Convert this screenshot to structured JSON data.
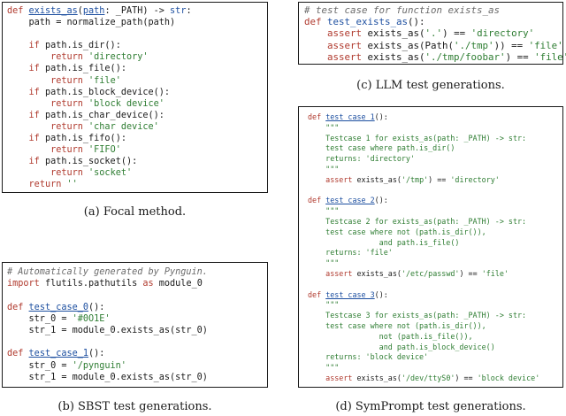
{
  "panels": {
    "focal": {
      "caption": "(a) Focal method.",
      "lines": [
        [
          [
            "def",
            "t-def"
          ],
          [
            " ",
            "t-plain"
          ],
          [
            "exists_as",
            "t-fn"
          ],
          [
            "(",
            "t-plain"
          ],
          [
            "path",
            "t-fn"
          ],
          [
            ": _PATH) -> ",
            "t-plain"
          ],
          [
            "str",
            "t-builtin"
          ],
          [
            ":",
            "t-plain"
          ]
        ],
        [
          [
            "    path = normalize_path(path)",
            "t-plain"
          ]
        ],
        [
          [
            "",
            "t-plain"
          ]
        ],
        [
          [
            "    ",
            "t-plain"
          ],
          [
            "if",
            "t-def"
          ],
          [
            " path.is_dir():",
            "t-plain"
          ]
        ],
        [
          [
            "        ",
            "t-plain"
          ],
          [
            "return",
            "t-def"
          ],
          [
            " ",
            "t-plain"
          ],
          [
            "'directory'",
            "t-str"
          ]
        ],
        [
          [
            "    ",
            "t-plain"
          ],
          [
            "if",
            "t-def"
          ],
          [
            " path.is_file():",
            "t-plain"
          ]
        ],
        [
          [
            "        ",
            "t-plain"
          ],
          [
            "return",
            "t-def"
          ],
          [
            " ",
            "t-plain"
          ],
          [
            "'file'",
            "t-str"
          ]
        ],
        [
          [
            "    ",
            "t-plain"
          ],
          [
            "if",
            "t-def"
          ],
          [
            " path.is_block_device():",
            "t-plain"
          ]
        ],
        [
          [
            "        ",
            "t-plain"
          ],
          [
            "return",
            "t-def"
          ],
          [
            " ",
            "t-plain"
          ],
          [
            "'block device'",
            "t-str"
          ]
        ],
        [
          [
            "    ",
            "t-plain"
          ],
          [
            "if",
            "t-def"
          ],
          [
            " path.is_char_device():",
            "t-plain"
          ]
        ],
        [
          [
            "        ",
            "t-plain"
          ],
          [
            "return",
            "t-def"
          ],
          [
            " ",
            "t-plain"
          ],
          [
            "'char device'",
            "t-str"
          ]
        ],
        [
          [
            "    ",
            "t-plain"
          ],
          [
            "if",
            "t-def"
          ],
          [
            " path.is_fifo():",
            "t-plain"
          ]
        ],
        [
          [
            "        ",
            "t-plain"
          ],
          [
            "return",
            "t-def"
          ],
          [
            " ",
            "t-plain"
          ],
          [
            "'FIFO'",
            "t-str"
          ]
        ],
        [
          [
            "    ",
            "t-plain"
          ],
          [
            "if",
            "t-def"
          ],
          [
            " path.is_socket():",
            "t-plain"
          ]
        ],
        [
          [
            "        ",
            "t-plain"
          ],
          [
            "return",
            "t-def"
          ],
          [
            " ",
            "t-plain"
          ],
          [
            "'socket'",
            "t-str"
          ]
        ],
        [
          [
            "    ",
            "t-plain"
          ],
          [
            "return",
            "t-def"
          ],
          [
            " ",
            "t-plain"
          ],
          [
            "''",
            "t-str"
          ]
        ]
      ]
    },
    "llm": {
      "caption": "(c) LLM test generations.",
      "lines": [
        [
          [
            "# test case for function exists_as",
            "t-com"
          ]
        ],
        [
          [
            "def",
            "t-def"
          ],
          [
            " ",
            "t-plain"
          ],
          [
            "test_exists_as",
            "t-name"
          ],
          [
            "():",
            "t-plain"
          ]
        ],
        [
          [
            "    ",
            "t-plain"
          ],
          [
            "assert",
            "t-def"
          ],
          [
            " exists_as(",
            "t-plain"
          ],
          [
            "'.'",
            "t-str"
          ],
          [
            ") == ",
            "t-plain"
          ],
          [
            "'directory'",
            "t-str"
          ]
        ],
        [
          [
            "    ",
            "t-plain"
          ],
          [
            "assert",
            "t-def"
          ],
          [
            " exists_as(Path(",
            "t-plain"
          ],
          [
            "'./tmp'",
            "t-str"
          ],
          [
            ")) == ",
            "t-plain"
          ],
          [
            "'file'",
            "t-str"
          ]
        ],
        [
          [
            "    ",
            "t-plain"
          ],
          [
            "assert",
            "t-def"
          ],
          [
            " exists_as(",
            "t-plain"
          ],
          [
            "'./tmp/foobar'",
            "t-str"
          ],
          [
            ") == ",
            "t-plain"
          ],
          [
            "'file'",
            "t-str"
          ]
        ]
      ]
    },
    "sbst": {
      "caption": "(b) SBST test generations.",
      "lines": [
        [
          [
            "# Automatically generated by Pynguin.",
            "t-com"
          ]
        ],
        [
          [
            "import",
            "t-def"
          ],
          [
            " flutils.pathutils ",
            "t-plain"
          ],
          [
            "as",
            "t-def"
          ],
          [
            " module_0",
            "t-plain"
          ]
        ],
        [
          [
            "",
            "t-plain"
          ]
        ],
        [
          [
            "def",
            "t-def"
          ],
          [
            " ",
            "t-plain"
          ],
          [
            "test_case_0",
            "t-fn"
          ],
          [
            "():",
            "t-plain"
          ]
        ],
        [
          [
            "    str_0 = ",
            "t-plain"
          ],
          [
            "'#0O1E'",
            "t-str"
          ]
        ],
        [
          [
            "    str_1 = module_0.exists_as(str_0)",
            "t-plain"
          ]
        ],
        [
          [
            "",
            "t-plain"
          ]
        ],
        [
          [
            "def",
            "t-def"
          ],
          [
            " ",
            "t-plain"
          ],
          [
            "test_case_1",
            "t-fn"
          ],
          [
            "():",
            "t-plain"
          ]
        ],
        [
          [
            "    str_0 = ",
            "t-plain"
          ],
          [
            "'/pynguin'",
            "t-str"
          ]
        ],
        [
          [
            "    str_1 = module_0.exists_as(str_0)",
            "t-plain"
          ]
        ]
      ]
    },
    "symprompt": {
      "caption": "(d) SymPrompt test generations.",
      "lines": [
        [
          [
            "def",
            "t-def"
          ],
          [
            " ",
            "t-plain"
          ],
          [
            "test_case_1",
            "t-fn"
          ],
          [
            "():",
            "t-plain"
          ]
        ],
        [
          [
            "    \"\"\"",
            "t-doc"
          ]
        ],
        [
          [
            "    Testcase 1 for exists_as(path: _PATH) -> str:",
            "t-doc"
          ]
        ],
        [
          [
            "    test case where path.is_dir()",
            "t-doc"
          ]
        ],
        [
          [
            "    returns: 'directory'",
            "t-doc"
          ]
        ],
        [
          [
            "    \"\"\"",
            "t-doc"
          ]
        ],
        [
          [
            "    ",
            "t-plain"
          ],
          [
            "assert",
            "t-def"
          ],
          [
            " exists_as(",
            "t-plain"
          ],
          [
            "'/tmp'",
            "t-str"
          ],
          [
            ") == ",
            "t-plain"
          ],
          [
            "'directory'",
            "t-str"
          ]
        ],
        [
          [
            "",
            "t-plain"
          ]
        ],
        [
          [
            "def",
            "t-def"
          ],
          [
            " ",
            "t-plain"
          ],
          [
            "test_case_2",
            "t-fn"
          ],
          [
            "():",
            "t-plain"
          ]
        ],
        [
          [
            "    \"\"\"",
            "t-doc"
          ]
        ],
        [
          [
            "    Testcase 2 for exists_as(path: _PATH) -> str:",
            "t-doc"
          ]
        ],
        [
          [
            "    test case where not (path.is_dir()),",
            "t-doc"
          ]
        ],
        [
          [
            "                and path.is_file()",
            "t-doc"
          ]
        ],
        [
          [
            "    returns: 'file'",
            "t-doc"
          ]
        ],
        [
          [
            "    \"\"\"",
            "t-doc"
          ]
        ],
        [
          [
            "    ",
            "t-plain"
          ],
          [
            "assert",
            "t-def"
          ],
          [
            " exists_as(",
            "t-plain"
          ],
          [
            "'/etc/passwd'",
            "t-str"
          ],
          [
            ") == ",
            "t-plain"
          ],
          [
            "'file'",
            "t-str"
          ]
        ],
        [
          [
            "",
            "t-plain"
          ]
        ],
        [
          [
            "def",
            "t-def"
          ],
          [
            " ",
            "t-plain"
          ],
          [
            "test_case_3",
            "t-fn"
          ],
          [
            "():",
            "t-plain"
          ]
        ],
        [
          [
            "    \"\"\"",
            "t-doc"
          ]
        ],
        [
          [
            "    Testcase 3 for exists_as(path: _PATH) -> str:",
            "t-doc"
          ]
        ],
        [
          [
            "    test case where not (path.is_dir()),",
            "t-doc"
          ]
        ],
        [
          [
            "                not (path.is_file()),",
            "t-doc"
          ]
        ],
        [
          [
            "                and path.is_block_device()",
            "t-doc"
          ]
        ],
        [
          [
            "    returns: 'block device'",
            "t-doc"
          ]
        ],
        [
          [
            "    \"\"\"",
            "t-doc"
          ]
        ],
        [
          [
            "    ",
            "t-plain"
          ],
          [
            "assert",
            "t-def"
          ],
          [
            " exists_as(",
            "t-plain"
          ],
          [
            "'/dev/ttyS0'",
            "t-str"
          ],
          [
            ") == ",
            "t-plain"
          ],
          [
            "'block device'",
            "t-str"
          ]
        ]
      ]
    }
  }
}
